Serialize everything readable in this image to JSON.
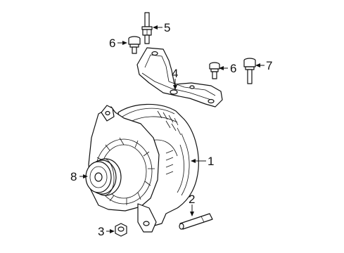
{
  "callouts": {
    "c1": "1",
    "c2": "2",
    "c3": "3",
    "c4": "4",
    "c5": "5",
    "c6a": "6",
    "c6b": "6",
    "c7": "7",
    "c8": "8"
  },
  "colors": {
    "line": "#111111",
    "background": "#ffffff"
  }
}
